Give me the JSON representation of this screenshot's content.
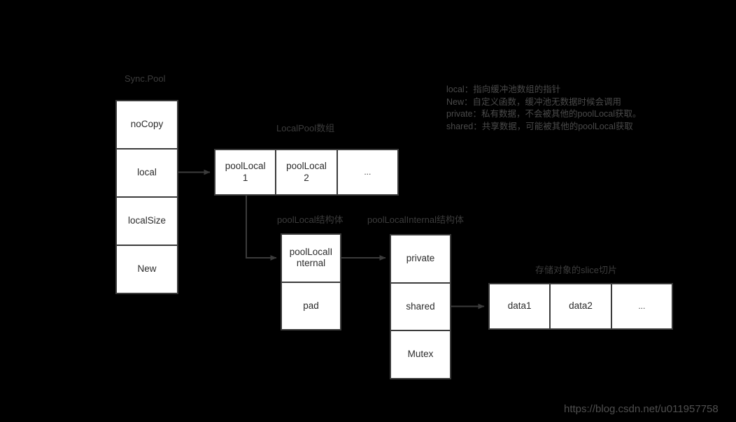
{
  "diagram": {
    "title_label": "Sync.Pool",
    "background_color": "#000000",
    "box_fill": "#ffffff",
    "box_stroke": "#3b3b3b",
    "caption_color": "#3c3c3c",
    "note_color": "#4a4a4a"
  },
  "sync_pool": {
    "caption": "Sync.Pool",
    "fields": [
      {
        "label": "noCopy"
      },
      {
        "label": "local"
      },
      {
        "label": "localSize"
      },
      {
        "label": "New"
      }
    ]
  },
  "local_pool_array": {
    "caption": "LocalPool数组",
    "cells": [
      {
        "label": "poolLocal\n1"
      },
      {
        "label": "poolLocal\n2"
      },
      {
        "label": "..."
      }
    ]
  },
  "pool_local_struct": {
    "caption": "poolLocal结构体",
    "fields": [
      {
        "label": "poolLocalI\nnternal"
      },
      {
        "label": "pad"
      }
    ]
  },
  "pool_local_internal_struct": {
    "caption": "poolLocalInternal结构体",
    "fields": [
      {
        "label": "private"
      },
      {
        "label": "shared"
      },
      {
        "label": "Mutex"
      }
    ]
  },
  "data_slice": {
    "caption": "存储对象的slice切片",
    "cells": [
      {
        "label": "data1"
      },
      {
        "label": "data2"
      },
      {
        "label": "..."
      }
    ]
  },
  "notes": {
    "lines": [
      "local：指向缓冲池数组的指针",
      "New：自定义函数，缓冲池无数据时候会调用",
      "private：私有数据，不会被其他的poolLocal获取。",
      "shared：共享数据，可能被其他的poolLocal获取"
    ]
  },
  "watermark": {
    "text": "https://blog.csdn.net/u011957758"
  }
}
